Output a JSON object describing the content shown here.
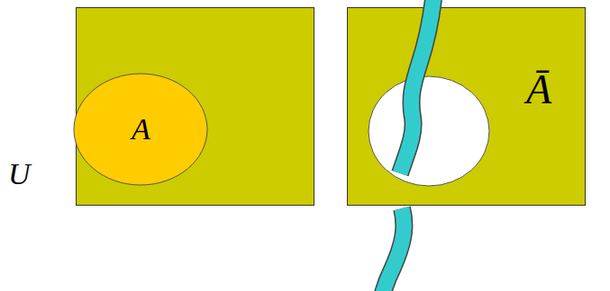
{
  "diagram": {
    "nodes": [
      {
        "text": [
          "U"
        ]
      },
      {
        "text": [
          "A"
        ],
        "in": 0
      },
      {
        "text": [
          "Ā"
        ]
      }
    ]
  }
}
